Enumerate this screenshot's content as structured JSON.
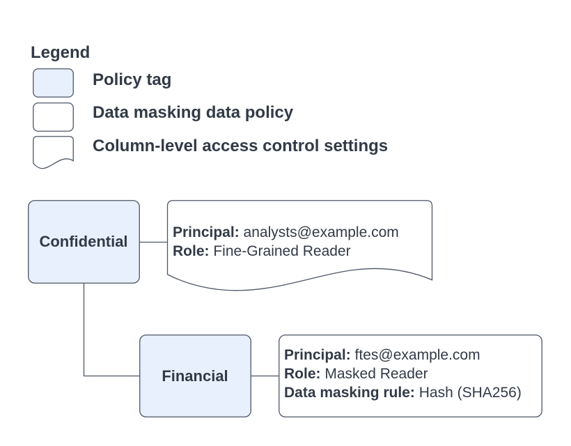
{
  "colors": {
    "policy_tag_fill": "#e8f0fe",
    "shape_fill": "#ffffff",
    "stroke": "#4d5666",
    "text": "#323a47",
    "background": "#ffffff"
  },
  "legend": {
    "title": "Legend",
    "items": [
      {
        "icon": "policy-tag-swatch",
        "label": "Policy tag"
      },
      {
        "icon": "data-masking-policy-swatch",
        "label": "Data masking data policy"
      },
      {
        "icon": "column-access-swatch",
        "label": "Column-level access control settings"
      }
    ]
  },
  "diagram": {
    "nodes": {
      "confidential": {
        "label": "Confidential"
      },
      "financial": {
        "label": "Financial"
      },
      "confidential_policy": {
        "lines": [
          {
            "label": "Principal:",
            "value": "analysts@example.com"
          },
          {
            "label": "Role:",
            "value": "Fine-Grained Reader"
          }
        ]
      },
      "financial_policy": {
        "lines": [
          {
            "label": "Principal:",
            "value": "ftes@example.com"
          },
          {
            "label": "Role:",
            "value": "Masked Reader"
          },
          {
            "label": "Data masking rule:",
            "value": "Hash (SHA256)"
          }
        ]
      }
    }
  }
}
